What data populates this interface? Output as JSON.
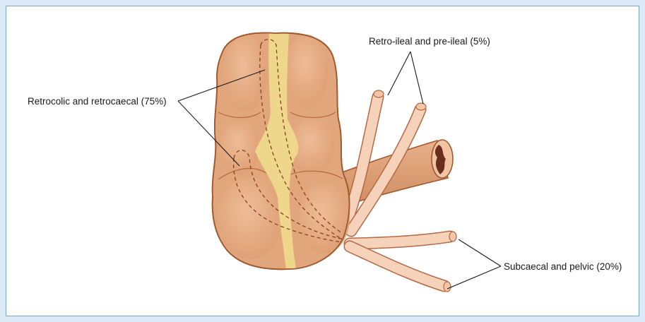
{
  "labels": {
    "retrocolic": "Retrocolic and retrocaecal (75%)",
    "retroileal": "Retro-ileal and pre-ileal (5%)",
    "subcaecal": "Subcaecal and pelvic (20%)"
  },
  "colors": {
    "frame_background": "#dcebf7",
    "panel_border": "#7fa6c4",
    "colon_fill": "#e2a67c",
    "colon_outline": "#a0592f",
    "taenia_fill": "#f0dc8c",
    "appendix_fill": "#f7d2bb",
    "appendix_outline": "#b46a45",
    "ileum_lumen": "#6a2f1c",
    "leader_line": "#1a1a1a"
  }
}
